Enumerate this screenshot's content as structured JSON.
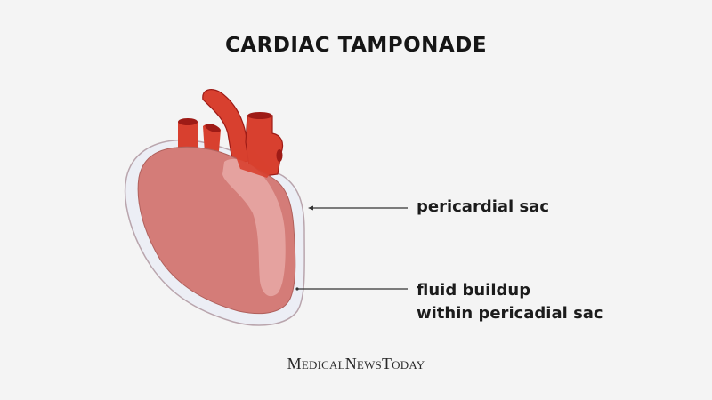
{
  "title": "CARDIAC TAMPONADE",
  "labels": {
    "pericardial_sac": "pericardial sac",
    "fluid_line1": "fluid buildup",
    "fluid_line2": "within pericadial sac"
  },
  "logo": {
    "parts": [
      {
        "big": "M",
        "small": "EDICAL"
      },
      {
        "big": "N",
        "small": "EWS"
      },
      {
        "big": "T",
        "small": "ODAY"
      }
    ]
  },
  "colors": {
    "background": "#f4f4f4",
    "heart_body": "#d47c78",
    "heart_highlight": "#e8a9a6",
    "vessels": "#d8402f",
    "vessel_dark": "#9e1b16",
    "sac_fill": "#eceef5",
    "sac_outline": "#b9a5ad"
  }
}
